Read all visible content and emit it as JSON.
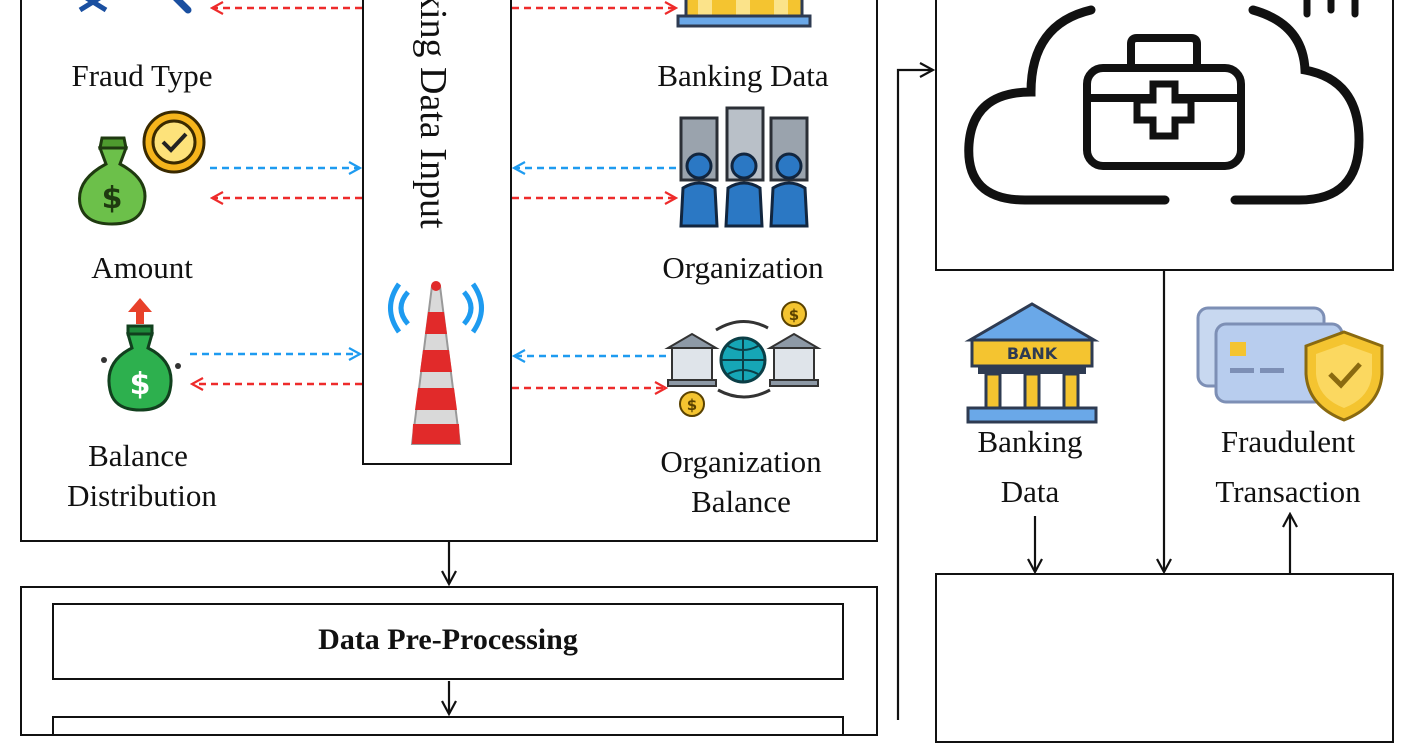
{
  "input_panel": {
    "vertical_label": "king Data Input",
    "left_items": [
      {
        "label": "Fraud Type"
      },
      {
        "label": "Amount"
      },
      {
        "label": "Balance",
        "label2": "Distribution"
      }
    ],
    "right_items": [
      {
        "label": "Banking Data"
      },
      {
        "label": "Organization"
      },
      {
        "label": "Organization",
        "label2": "Balance"
      }
    ]
  },
  "preprocessing": {
    "title": "Data Pre-Processing"
  },
  "cloud_panel": {
    "items": [
      {
        "label": "Banking",
        "label2": "Data"
      },
      {
        "label": "Fraudulent",
        "label2": "Transaction"
      }
    ],
    "bank_sign": "BANK"
  },
  "colors": {
    "request_arrow": "#1e9bf0",
    "response_arrow": "#ee2b2b",
    "line": "#111111"
  }
}
